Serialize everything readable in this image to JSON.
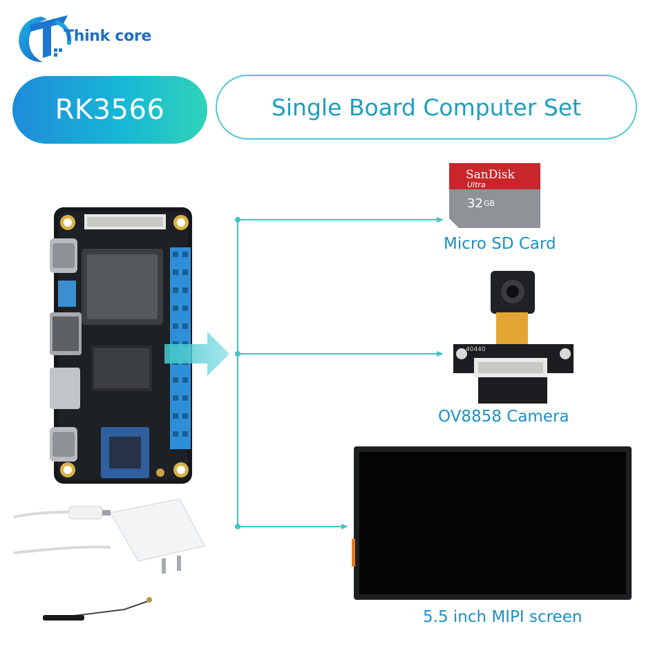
{
  "logo": {
    "text": "Think core"
  },
  "header": {
    "chip_label": "RK3566",
    "title": "Single Board Computer Set"
  },
  "sd_card": {
    "brand": "SanDisk",
    "line": "Ultra",
    "capacity": "32",
    "unit": "GB",
    "caption": "Micro SD Card"
  },
  "camera": {
    "caption": "OV8858 Camera",
    "board_mark": "40440"
  },
  "screen": {
    "caption": "5.5 inch MIPI screen"
  },
  "colors": {
    "accent": "#1c9fbf",
    "connector_line": "#41c2c6",
    "gradient_start": "#1f8bd9",
    "gradient_end": "#2ed4b9"
  }
}
